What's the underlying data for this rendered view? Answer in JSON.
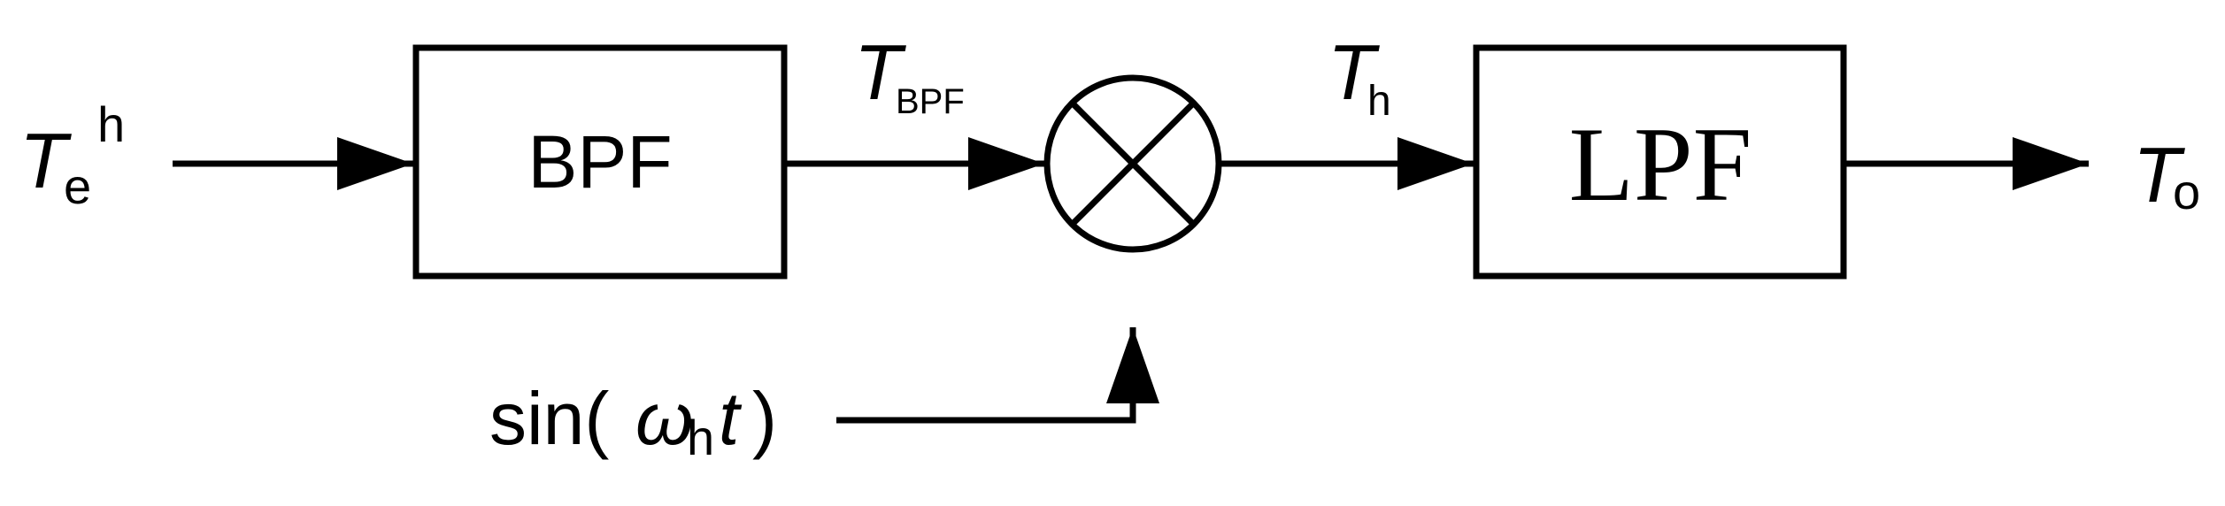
{
  "input_signal": {
    "symbol": "T",
    "subscript": "e",
    "superscript": "h"
  },
  "bpf_block": {
    "label": "BPF"
  },
  "bpf_output": {
    "symbol": "T",
    "subscript": "BPF"
  },
  "multiplier": {
    "symbol": "⊗"
  },
  "mixer_output": {
    "symbol": "T",
    "subscript": "h"
  },
  "lpf_block": {
    "label": "LPF"
  },
  "output_signal": {
    "symbol": "T",
    "subscript": "o"
  },
  "carrier": {
    "prefix": "sin(",
    "omega": "ω",
    "omega_subscript": "h",
    "variable": "t",
    "suffix": ")"
  }
}
